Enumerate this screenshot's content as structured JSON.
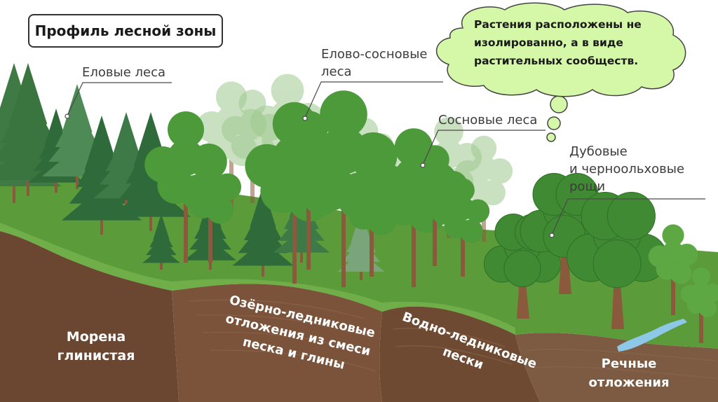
{
  "title": "Профиль лесной зоны",
  "cloud": {
    "line1": "Растения расположены не",
    "line2": "изолированно, а в виде",
    "line3": "растительных сообществ."
  },
  "labels": {
    "spruce": "Еловые леса",
    "spruce_pine_1": "Елово-сосновые",
    "spruce_pine_2": "леса",
    "pine": "Сосновые леса",
    "oak_1": "Дубовые",
    "oak_2": "и черноольховые",
    "oak_3": "рощи"
  },
  "soils": {
    "moraine_1": "Морена",
    "moraine_2": "глинистая",
    "lake_1": "Озёрно-ледниковые",
    "lake_2": "отложения из смеси",
    "lake_3": "песка и глины",
    "water_1": "Водно-ледниковые",
    "water_2": "пески",
    "river_1": "Речные",
    "river_2": "отложения"
  },
  "colors": {
    "grass": "#5b9b3a",
    "soil": "#6e4a32",
    "soil_light": "#8a6448",
    "spruce": "#2f6b3a",
    "deciduous": "#4c9a3a",
    "trunk": "#8b5a3c",
    "cloud": "#d4f7a8",
    "water": "#8ec8e8"
  }
}
